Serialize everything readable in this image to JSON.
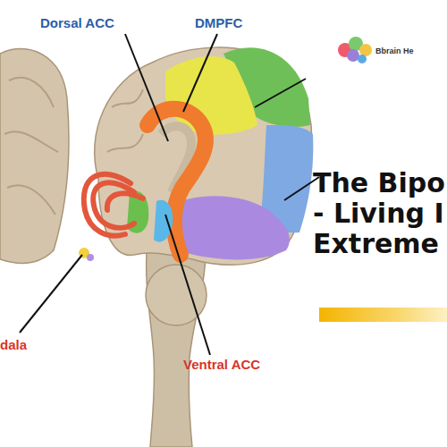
{
  "diagram": {
    "title": "The Bipo - Living I Extreme",
    "labels": [
      "Dorsal ACC",
      "DMPFC",
      "Bbrain He",
      "dala",
      "Ventral ACC"
    ]
  }
}
